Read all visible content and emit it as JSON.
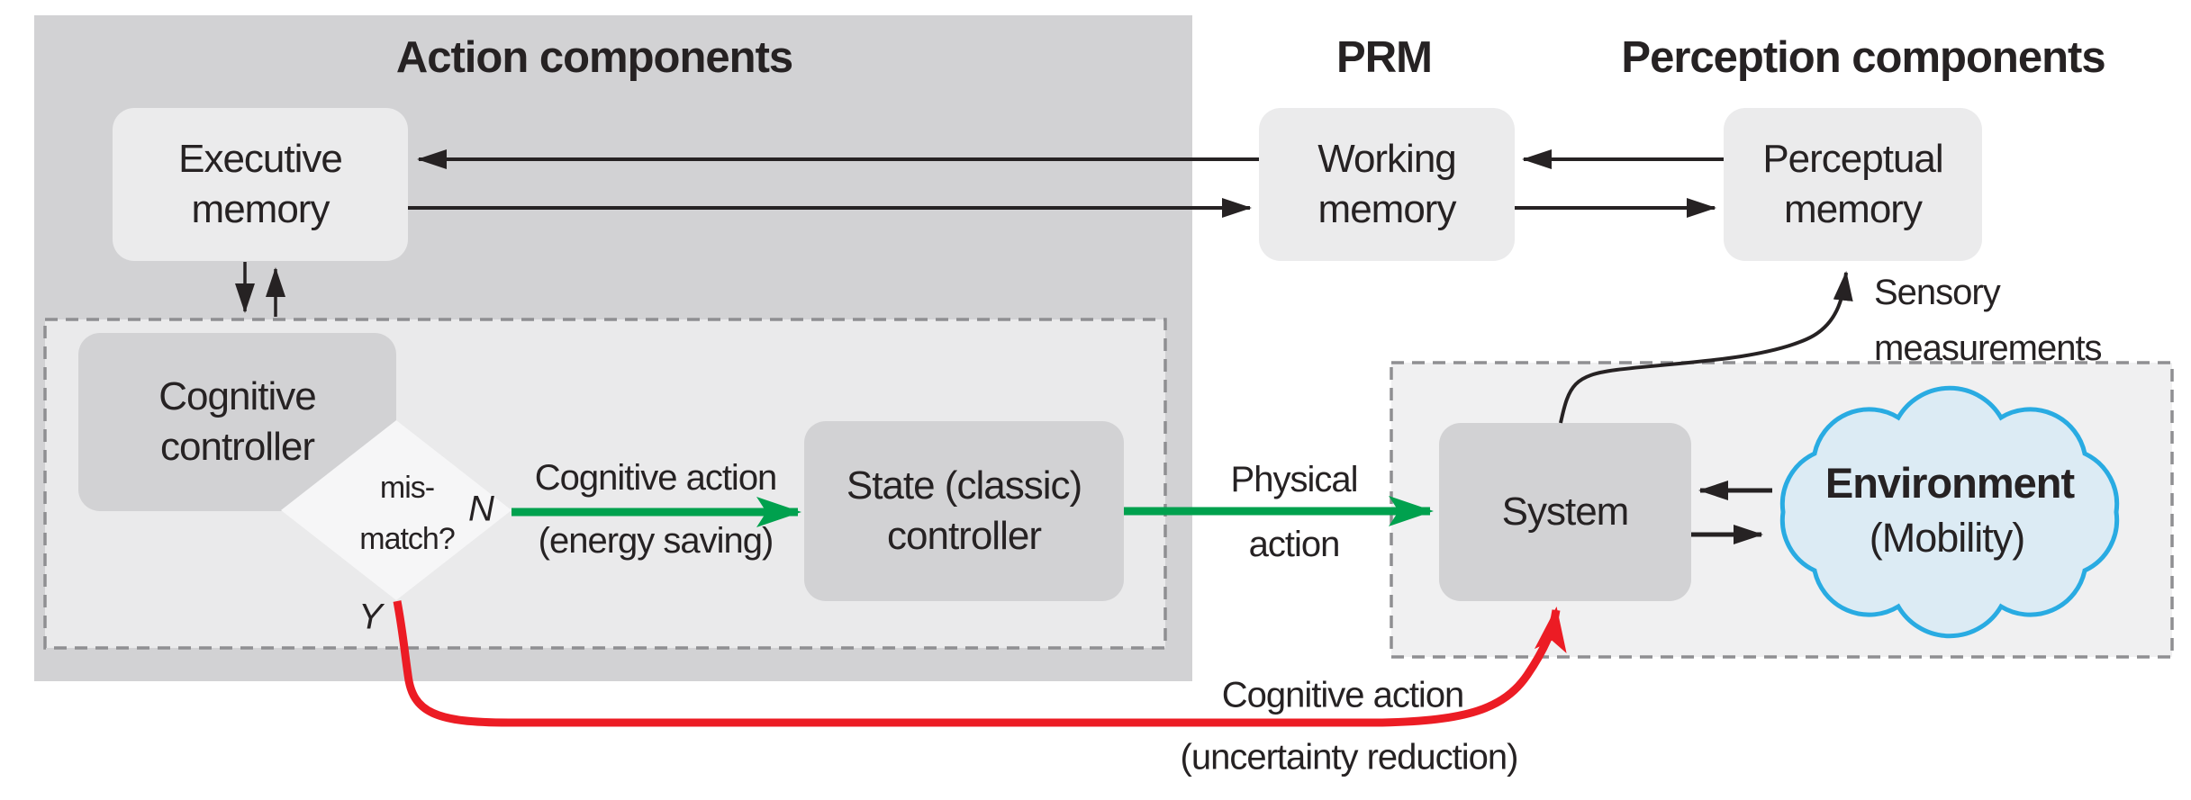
{
  "titles": {
    "action": "Action components",
    "prm": "PRM",
    "perception": "Perception components"
  },
  "boxes": {
    "executive": {
      "line1": "Executive",
      "line2": "memory"
    },
    "working": {
      "line1": "Working",
      "line2": "memory"
    },
    "perceptual": {
      "line1": "Perceptual",
      "line2": "memory"
    },
    "cognitive": {
      "line1": "Cognitive",
      "line2": "controller"
    },
    "state": {
      "line1": "State (classic)",
      "line2": "controller"
    },
    "system": {
      "label": "System"
    },
    "environment": {
      "line1": "Environment",
      "line2": "(Mobility)"
    }
  },
  "decision": {
    "line1": "mis-",
    "line2": "match?",
    "no_label": "N",
    "yes_label": "Y"
  },
  "labels": {
    "cognitive_action_energy": {
      "line1": "Cognitive action",
      "line2": "(energy saving)"
    },
    "physical_action": {
      "line1": "Physical",
      "line2": "action"
    },
    "sensory": {
      "line1": "Sensory",
      "line2": "measurements"
    },
    "cognitive_action_uncertainty": {
      "line1": "Cognitive action",
      "line2": "(uncertainty reduction)"
    }
  },
  "colors": {
    "green": "#00a14e",
    "red": "#ec1c24",
    "black": "#262223",
    "cloud_stroke": "#29abe2",
    "cloud_fill": "#dcebf4",
    "diamond_fill": "#f6f6f7",
    "dash_border": "#8f8f92",
    "panel_gray": "#d2d2d4",
    "inner_gray": "#eaeaeb",
    "box_light": "#ebebec",
    "perception_bg": "#f0f0f1"
  }
}
